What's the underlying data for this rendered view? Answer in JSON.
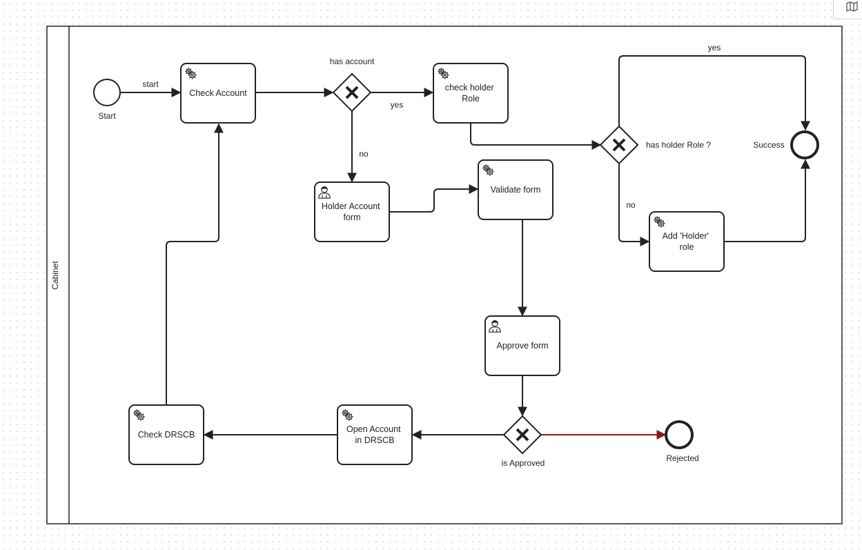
{
  "lane": {
    "label": "Cabinet"
  },
  "events": {
    "start": {
      "label": "Start"
    },
    "success": {
      "label": "Success"
    },
    "rejected": {
      "label": "Rejected"
    }
  },
  "tasks": {
    "check_account": {
      "lines": [
        "Check Account"
      ],
      "icon": "service-task-gear-icon"
    },
    "check_holder_role": {
      "lines": [
        "check holder",
        "Role"
      ],
      "icon": "service-task-gear-icon"
    },
    "holder_account_form": {
      "lines": [
        "Holder Account",
        "form"
      ],
      "icon": "user-task-person-icon"
    },
    "validate_form": {
      "lines": [
        "Validate form"
      ],
      "icon": "service-task-gear-icon"
    },
    "add_holder_role": {
      "lines": [
        "Add 'Holder'",
        "role"
      ],
      "icon": "service-task-gear-icon"
    },
    "approve_form": {
      "lines": [
        "Approve form"
      ],
      "icon": "user-task-person-icon"
    },
    "open_account": {
      "lines": [
        "Open Account",
        "in DRSCB"
      ],
      "icon": "service-task-gear-icon"
    },
    "check_drscb": {
      "lines": [
        "Check DRSCB"
      ],
      "icon": "service-task-gear-icon"
    }
  },
  "gateways": {
    "has_account": {
      "label": "has account"
    },
    "has_holder_role": {
      "label": "has holder Role ?"
    },
    "is_approved": {
      "label": "is Approved"
    }
  },
  "flows": {
    "start": "start",
    "has_account_yes": "yes",
    "has_account_no": "no",
    "holder_role_yes": "yes",
    "holder_role_no": "no"
  },
  "colors": {
    "stroke": "#222222",
    "rejected_flow": "#8b1a1a"
  }
}
